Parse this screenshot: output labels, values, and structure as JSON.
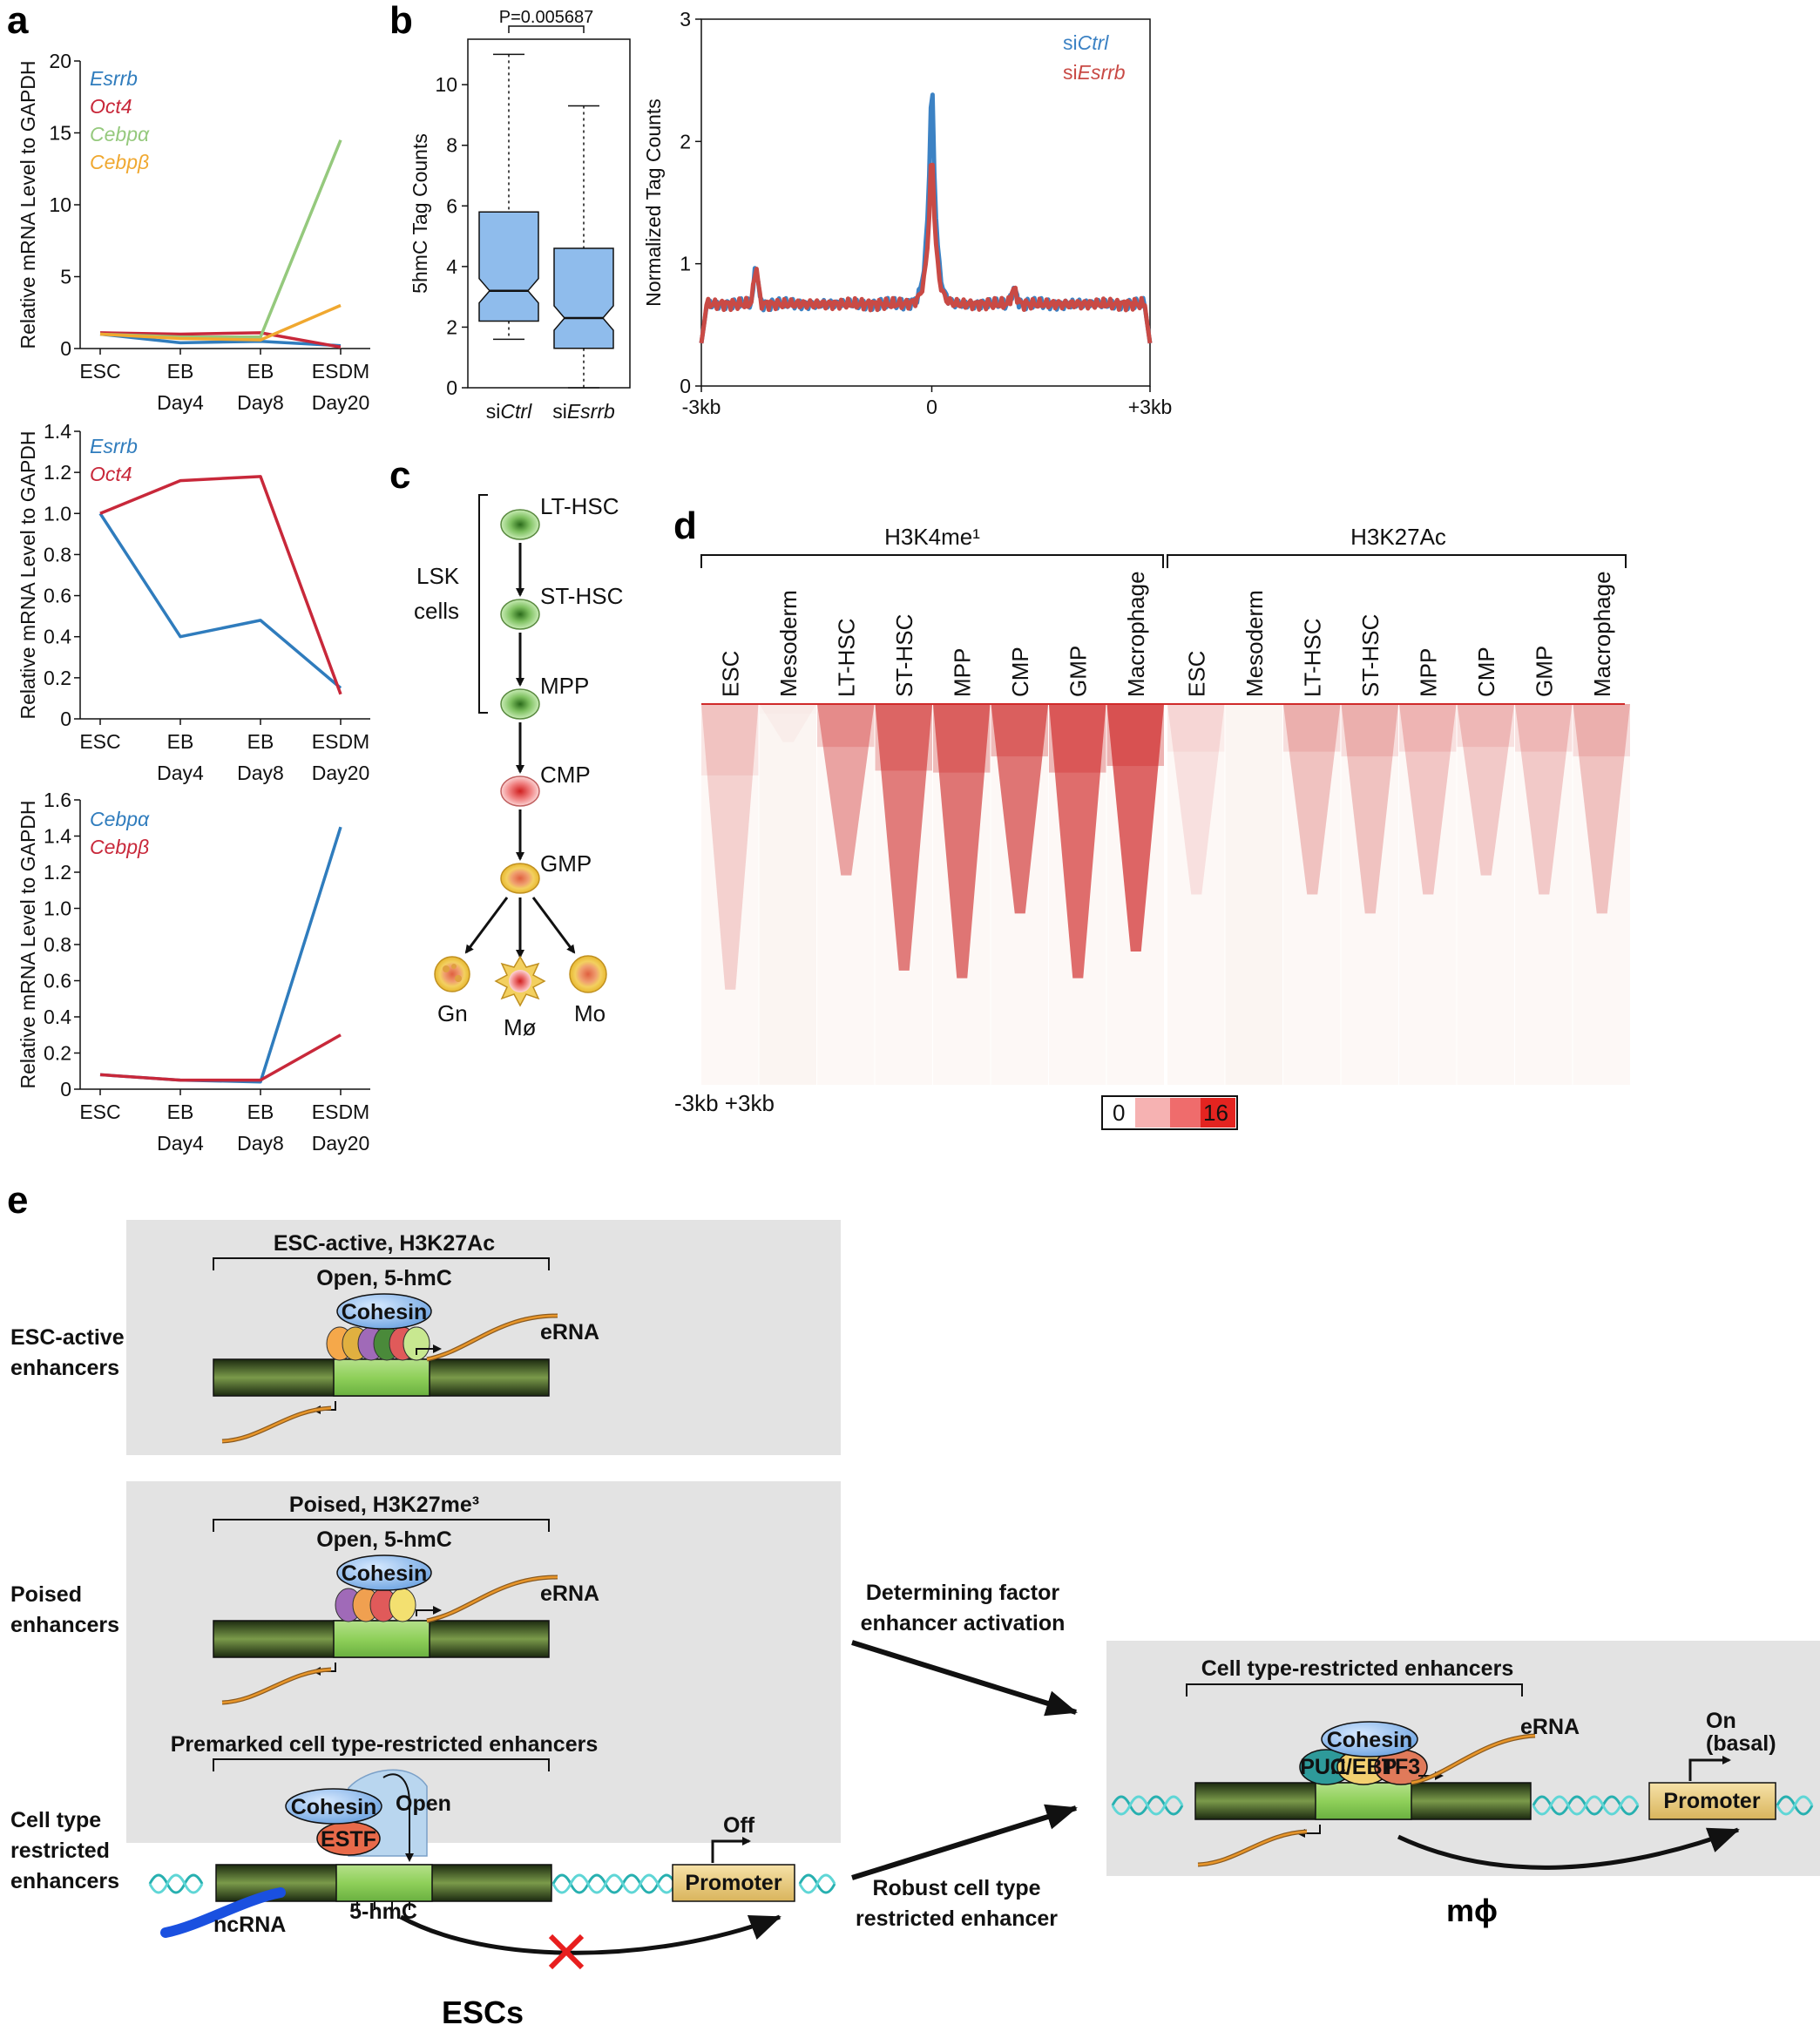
{
  "panel_labels": {
    "a": "a",
    "b": "b",
    "c": "c",
    "d": "d",
    "e": "e"
  },
  "colors": {
    "blue": "#2f7cbd",
    "red": "#c8283a",
    "green": "#95c97d",
    "orange": "#f0a830"
  },
  "chart_data": [
    {
      "type": "line",
      "id": "a1",
      "ylabel": "Relative mRNA Level to GAPDH",
      "ylim": [
        0,
        20
      ],
      "yticks": [
        "0",
        "5",
        "10",
        "15",
        "20"
      ],
      "categories": [
        "ESC",
        "EB Day4",
        "EB Day8",
        "ESDM Day20"
      ],
      "series": [
        {
          "name": "Esrrb",
          "color": "#2f7cbd",
          "values": [
            1.0,
            0.4,
            0.5,
            0.2
          ]
        },
        {
          "name": "Oct4",
          "color": "#c8283a",
          "values": [
            1.1,
            1.0,
            1.1,
            0.1
          ]
        },
        {
          "name": "Cebpα",
          "color": "#95c97d",
          "values": [
            1.0,
            0.8,
            0.8,
            14.5
          ]
        },
        {
          "name": "Cebpβ",
          "color": "#f0a830",
          "values": [
            1.0,
            0.7,
            0.6,
            3.0
          ]
        }
      ]
    },
    {
      "type": "line",
      "id": "a2",
      "ylabel": "Relative mRNA Level to GAPDH",
      "ylim": [
        0,
        1.4
      ],
      "yticks": [
        "0",
        "0.2",
        "0.4",
        "0.6",
        "0.8",
        "1.0",
        "1.2",
        "1.4"
      ],
      "categories": [
        "ESC",
        "EB Day4",
        "EB Day8",
        "ESDM Day20"
      ],
      "series": [
        {
          "name": "Esrrb",
          "color": "#2f7cbd",
          "values": [
            1.0,
            0.4,
            0.48,
            0.15
          ]
        },
        {
          "name": "Oct4",
          "color": "#c8283a",
          "values": [
            1.0,
            1.16,
            1.18,
            0.12
          ]
        }
      ]
    },
    {
      "type": "line",
      "id": "a3",
      "ylabel": "Relative mRNA Level to GAPDH",
      "ylim": [
        0,
        1.6
      ],
      "yticks": [
        "0",
        "0.2",
        "0.4",
        "0.6",
        "0.8",
        "1.0",
        "1.2",
        "1.4",
        "1.6"
      ],
      "categories": [
        "ESC",
        "EB Day4",
        "EB Day8",
        "ESDM Day20"
      ],
      "series": [
        {
          "name": "Cebpα",
          "color": "#2f7cbd",
          "values": [
            0.08,
            0.05,
            0.04,
            1.45
          ]
        },
        {
          "name": "Cebpβ",
          "color": "#c8283a",
          "values": [
            0.08,
            0.05,
            0.05,
            0.3
          ]
        }
      ]
    },
    {
      "type": "box",
      "id": "b1",
      "ylabel": "5hmC Tag Counts",
      "ylim": [
        0,
        11.5
      ],
      "yticks": [
        "0",
        "2",
        "4",
        "6",
        "8",
        "10"
      ],
      "pvalue": "P=0.005687",
      "boxes": [
        {
          "label_prefix": "si",
          "label_italic": "Ctrl",
          "min": 1.6,
          "q1": 2.2,
          "median": 3.2,
          "q3": 5.8,
          "max": 11.0
        },
        {
          "label_prefix": "si",
          "label_italic": "Esrrb",
          "min": 0.0,
          "q1": 1.3,
          "median": 2.3,
          "q3": 4.6,
          "max": 9.3
        }
      ]
    },
    {
      "type": "line",
      "id": "b2",
      "ylabel": "Normalized Tag Counts",
      "ylim": [
        0,
        3
      ],
      "yticks": [
        "0",
        "1",
        "2",
        "3"
      ],
      "xticks": [
        "-3kb",
        "0",
        "+3kb"
      ],
      "series": [
        {
          "name_prefix": "si",
          "name_italic": "Ctrl",
          "color": "#3c82c4",
          "peak": 2.7
        },
        {
          "name_prefix": "si",
          "name_italic": "Esrrb",
          "color": "#c94a45",
          "peak": 2.05
        }
      ]
    }
  ],
  "panel_c": {
    "lsk_label": [
      "LSK",
      "cells"
    ],
    "cells": [
      "LT-HSC",
      "ST-HSC",
      "MPP",
      "CMP",
      "GMP"
    ],
    "leaves": [
      "Gn",
      "Mø",
      "Mo"
    ]
  },
  "panel_d": {
    "group1": "H3K4me¹",
    "group2": "H3K27Ac",
    "columns": [
      "ESC",
      "Mesoderm",
      "LT-HSC",
      "ST-HSC",
      "MPP",
      "CMP",
      "GMP",
      "Macrophage"
    ],
    "axis_label": "-3kb +3kb",
    "scale": {
      "min": "0",
      "max": "16"
    }
  },
  "panel_e": {
    "box1": {
      "bracket": "ESC-active, H3K27Ac",
      "open": "Open, 5-hmC",
      "cohesin": "Cohesin",
      "erna": "eRNA",
      "side": [
        "ESC-active",
        "enhancers"
      ]
    },
    "box2": {
      "bracket": "Poised, H3K27me³",
      "open": "Open, 5-hmC",
      "cohesin": "Cohesin",
      "erna": "eRNA",
      "side": [
        "Poised",
        "enhancers"
      ],
      "bracket2": "Premarked cell type-restricted enhancers",
      "cohesin2": "Cohesin",
      "estf": "ESTF",
      "open2": "Open",
      "off": "Off",
      "promoter": "Promoter",
      "ncrna": "ncRNA",
      "hmc": "5-hmC",
      "side2": [
        "Cell type",
        "restricted",
        "enhancers"
      ]
    },
    "arrow1": [
      "Determining factor",
      "enhancer activation"
    ],
    "arrow2": [
      "Robust cell type",
      "restricted enhancer"
    ],
    "box3": {
      "bracket": "Cell type-restricted enhancers",
      "cohesin": "Cohesin",
      "erna": "eRNA",
      "on": [
        "On",
        "(basal)"
      ],
      "promoter": "Promoter",
      "factors": [
        "PU.1",
        "C/EBP",
        "TF3"
      ]
    },
    "esc_label": "ESCs",
    "mphi_label": "mϕ"
  }
}
